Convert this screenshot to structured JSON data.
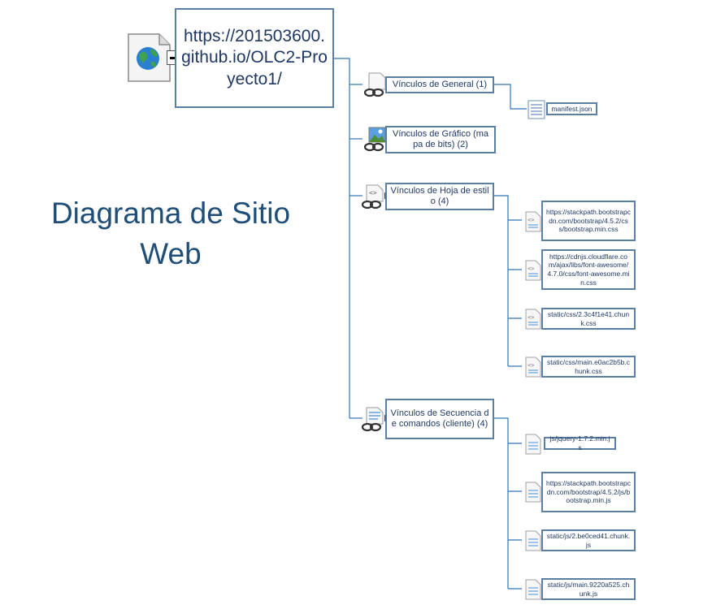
{
  "diagram_title": "Diagrama de Sitio Web",
  "root": {
    "url": "https://201503600.github.io/OLC2-Proyecto1/"
  },
  "groups": [
    {
      "label": "Vínculos de General (1)",
      "expander": "minus"
    },
    {
      "label": "Vínculos de Gráfico (mapa de bits) (2)",
      "expander": "plus"
    },
    {
      "label": "Vínculos de Hoja de estilo (4)",
      "expander": "minus"
    },
    {
      "label": "Vínculos de Secuencia de comandos (cliente) (4)",
      "expander": "minus"
    }
  ],
  "leaves": [
    {
      "label": "manifest.json",
      "icon": "document-lines-icon"
    },
    {
      "label": "https://stackpath.bootstrapcdn.com/bootstrap/4.5.2/css/bootstrap.min.css",
      "icon": "stylesheet-icon"
    },
    {
      "label": "https://cdnjs.cloudflare.com/ajax/libs/font-awesome/4.7.0/css/font-awesome.min.css",
      "icon": "stylesheet-icon"
    },
    {
      "label": "static/css/2.3c4f1e41.chunk.css",
      "icon": "stylesheet-icon"
    },
    {
      "label": "static/css/main.e0ac2b5b.chunk.css",
      "icon": "stylesheet-icon"
    },
    {
      "label": "js/jquery-1.7.2.min.js",
      "icon": "script-icon"
    },
    {
      "label": "https://stackpath.bootstrapcdn.com/bootstrap/4.5.2/js/bootstrap.min.js",
      "icon": "script-icon"
    },
    {
      "label": "static/js/2.be0ced41.chunk.js",
      "icon": "script-icon"
    },
    {
      "label": "static/js/main.9220a525.chunk.js",
      "icon": "script-icon"
    }
  ],
  "colors": {
    "box_border": "#5b7fa3",
    "node_text": "#1f3864",
    "title_text": "#1f4e79",
    "connector": "#2e75b6"
  }
}
